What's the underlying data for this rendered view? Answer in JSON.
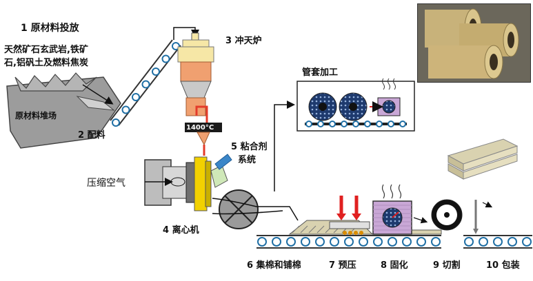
{
  "labels": {
    "step1": "1 原材料投放",
    "raw_desc_1": "天然矿石玄武岩,铁矿",
    "raw_desc_2": "石,铝矾土及燃料焦炭",
    "stockyard": "原材料堆场",
    "step2": "2 配料",
    "step3": "3 冲天炉",
    "temperature": "1400°C",
    "step4": "4 离心机",
    "step5_line1": "5 粘合剂",
    "step5_line2": "系统",
    "compressed_air": "压缩空气",
    "pipe_processing": "管套加工",
    "step6": "6 集棉和铺棉",
    "step7": "7 预压",
    "step8": "8 固化",
    "step9": "9 切割",
    "step10": "10 包装"
  },
  "colors": {
    "belt_roller": "#1f6fa5",
    "furnace": "#f0a070",
    "furnace_top": "#f6e7a6",
    "melt": "#e33b2a",
    "binder": "#3b86c8",
    "press_arrow": "#e02020",
    "curing_oven": "#c9a7d6",
    "product": "#d9d2b0"
  }
}
